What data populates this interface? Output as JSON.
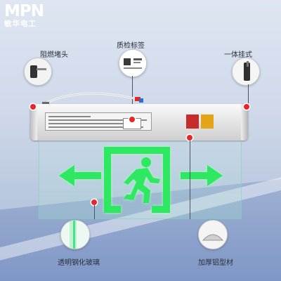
{
  "brand": {
    "logo": "MPN",
    "subtitle": "敏华电工"
  },
  "callouts": {
    "flame_retardant_plug": "阻燃堵头",
    "qc_label": "质检标签",
    "integrated_hanging": "一体挂式",
    "tempered_glass": "透明钢化玻璃",
    "thick_aluminum": "加厚铝型材"
  },
  "colors": {
    "sign_green": "#2ee862",
    "marker_red": "#e8262a",
    "background": "#cfd9ea"
  }
}
